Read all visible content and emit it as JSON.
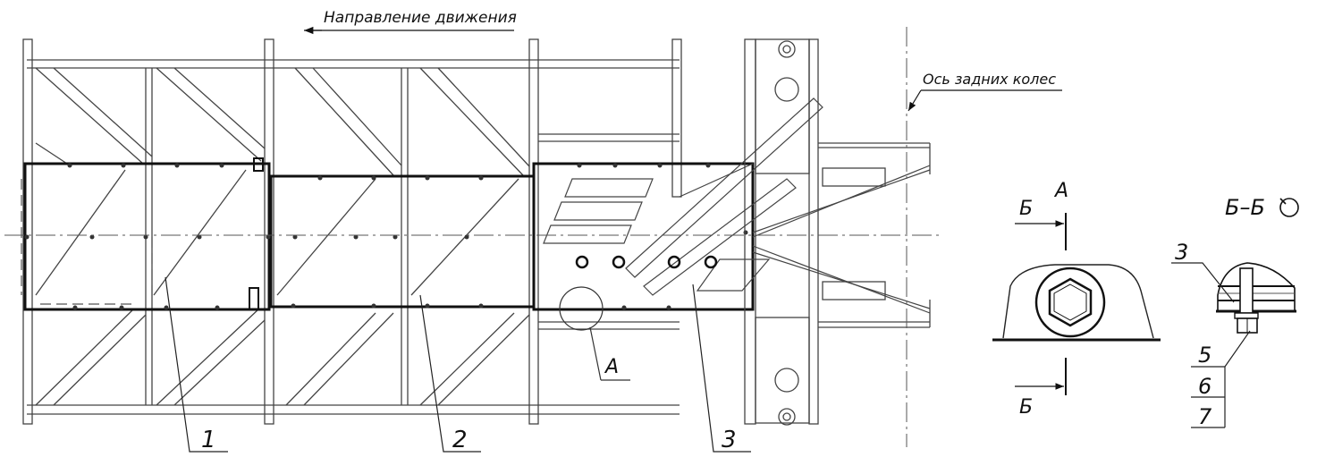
{
  "labels": {
    "direction": "Направление движения",
    "rear_axle": "Ось задних колес",
    "view_a_title": "А",
    "callout_a": "А",
    "section_title": "Б–Б",
    "section_mark_top": "Б",
    "section_mark_bottom": "Б"
  },
  "callouts": [
    "1",
    "2",
    "3"
  ],
  "detail_callouts": [
    "3",
    "5",
    "6",
    "7"
  ],
  "colors": {
    "line": "#1a1a1a",
    "thin": "#444444",
    "background": "#ffffff"
  }
}
